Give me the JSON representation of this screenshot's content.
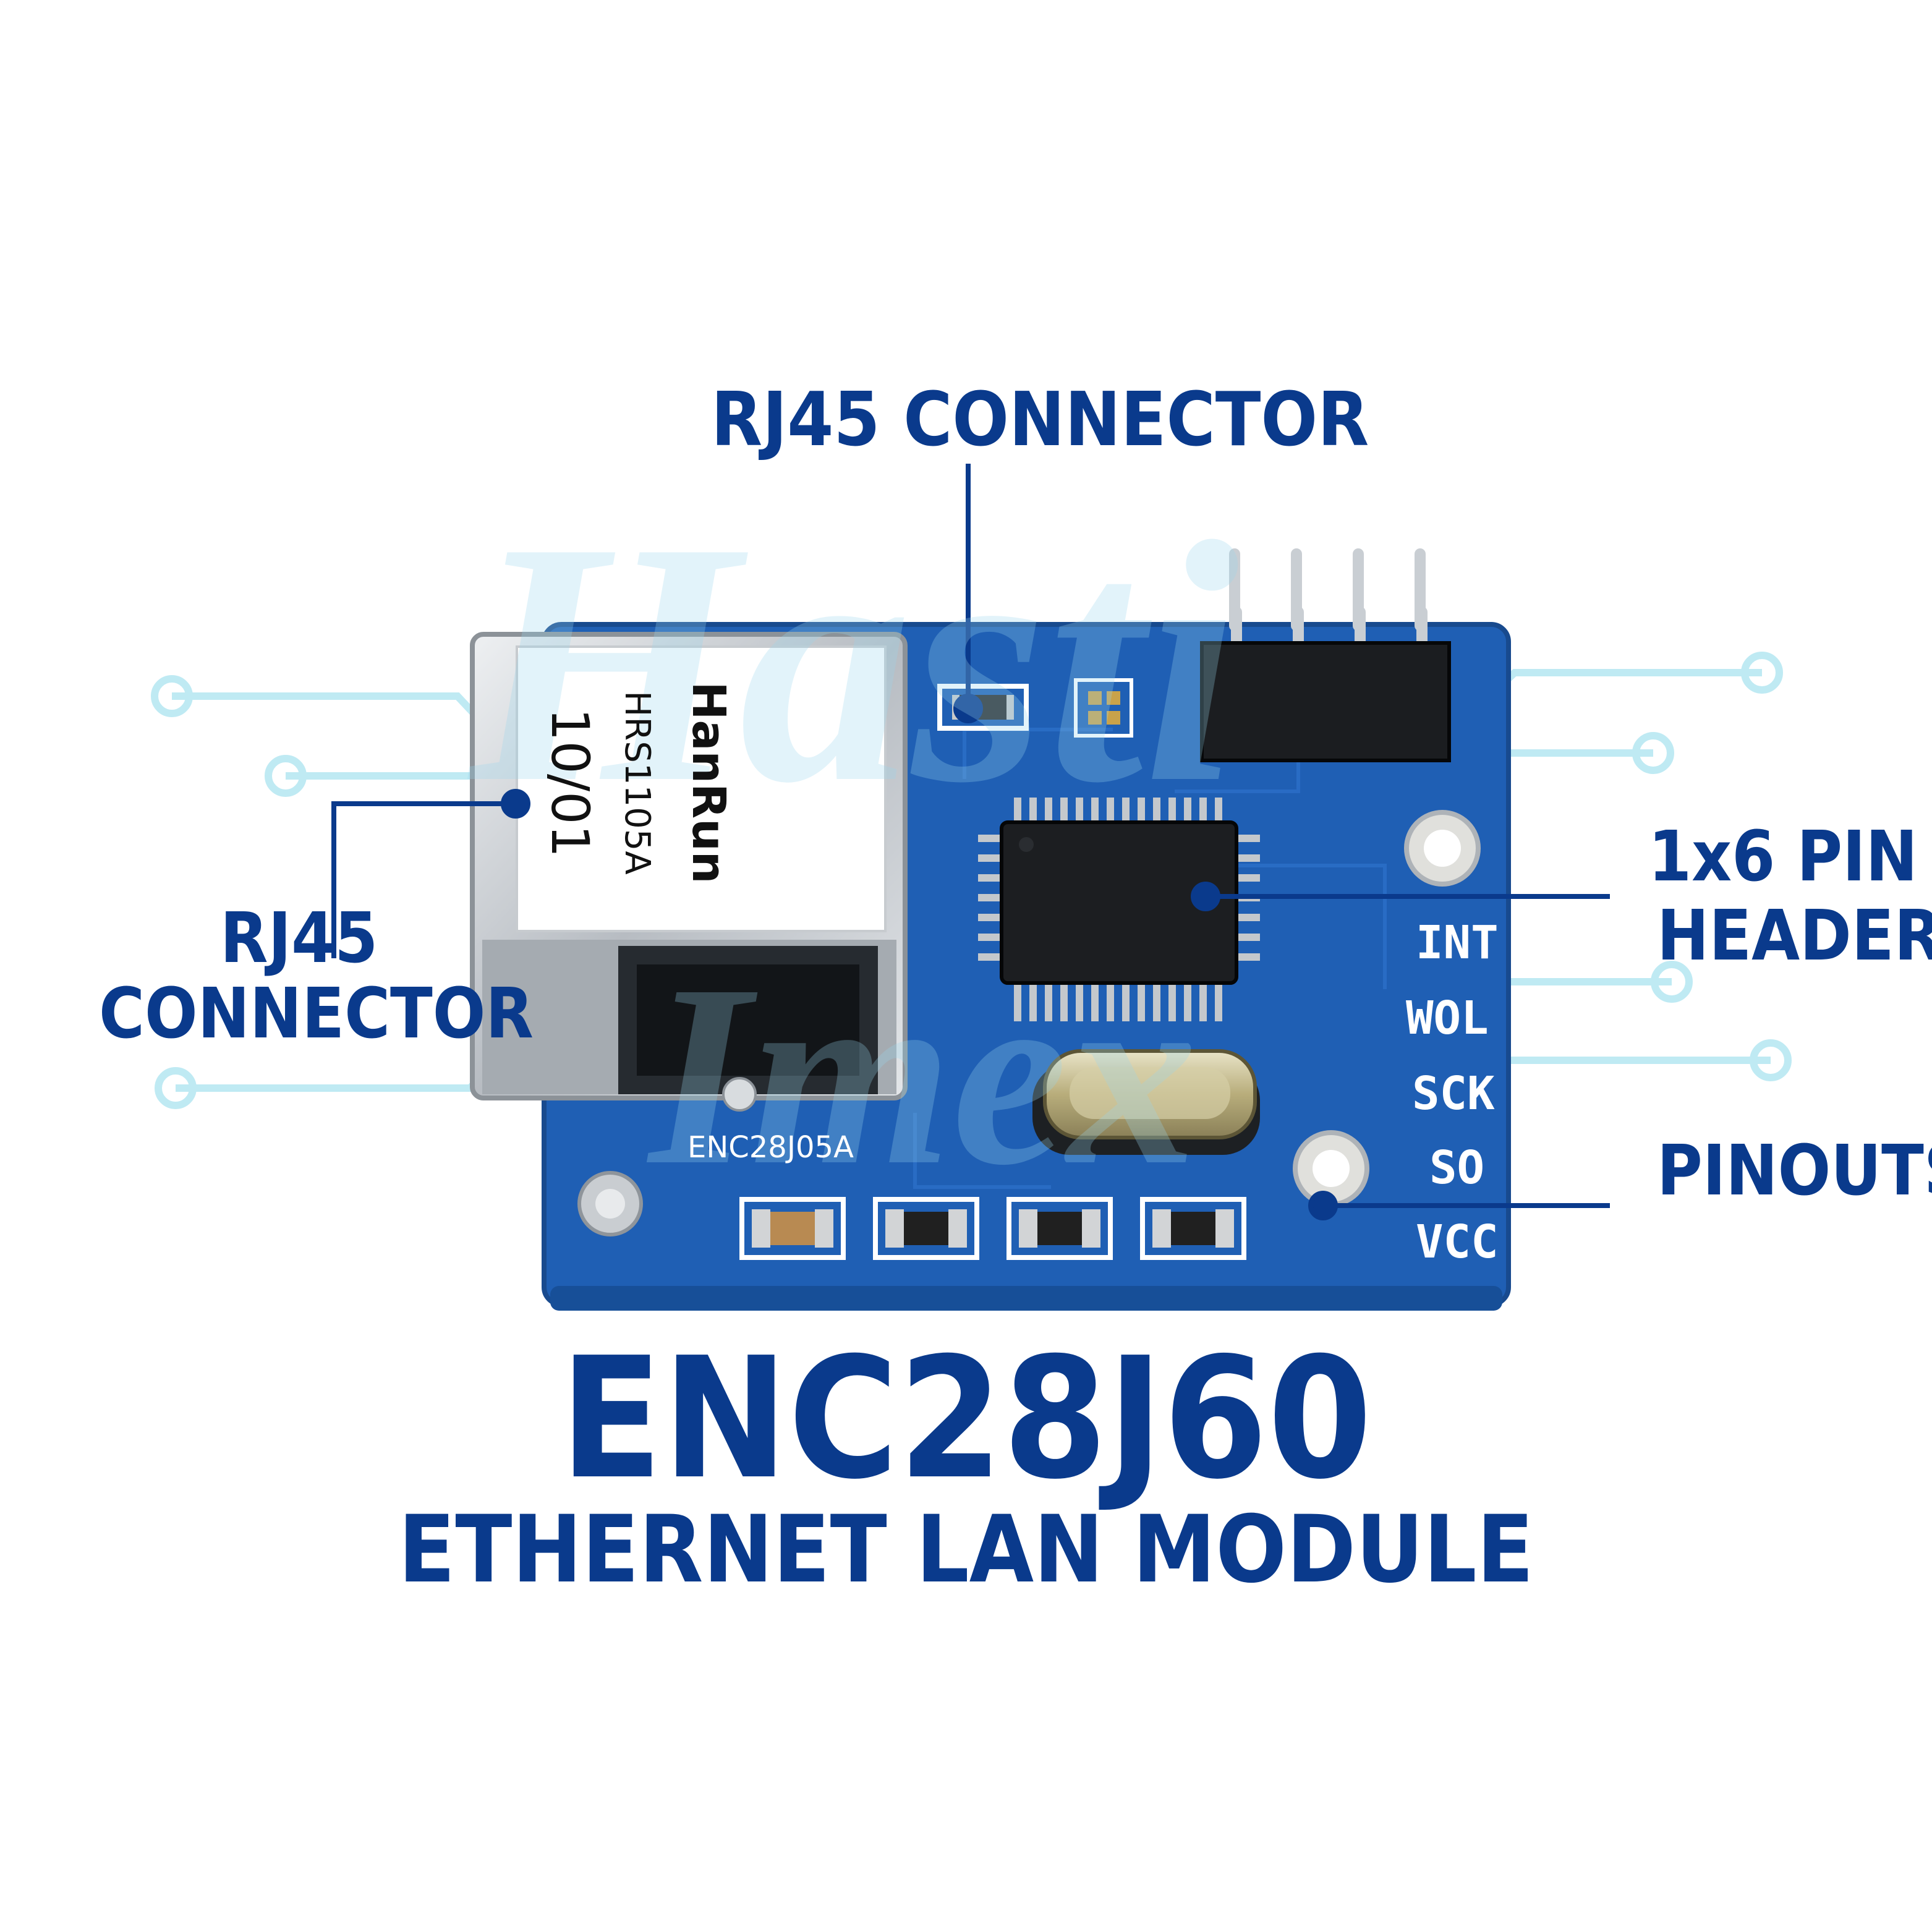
{
  "callouts": {
    "rj45_top": "RJ45 CONNECTOR",
    "rj45_left_line1": "RJ45",
    "rj45_left_line2": "CONNECTOR",
    "pin_header_line1": "1x6 PIN",
    "pin_header_line2": "HEADER",
    "pinouts": "PINOUTS"
  },
  "title": {
    "main": "ENC28J60",
    "subtitle": "ETHERNET LAN MODULE"
  },
  "board": {
    "silkscreen": "ENC28J05A",
    "jack_brand": "HanRun",
    "jack_model": "HRS1105A",
    "jack_code": "10/01",
    "pin_labels": [
      "INT",
      "WOL",
      "SCK",
      "SO",
      "VCC"
    ]
  },
  "colors": {
    "label_text": "#0a3a8c",
    "pcb": "#1f5fb4",
    "leader_line": "#0a3a8c",
    "deco_circuit": "#bfeaf3"
  }
}
